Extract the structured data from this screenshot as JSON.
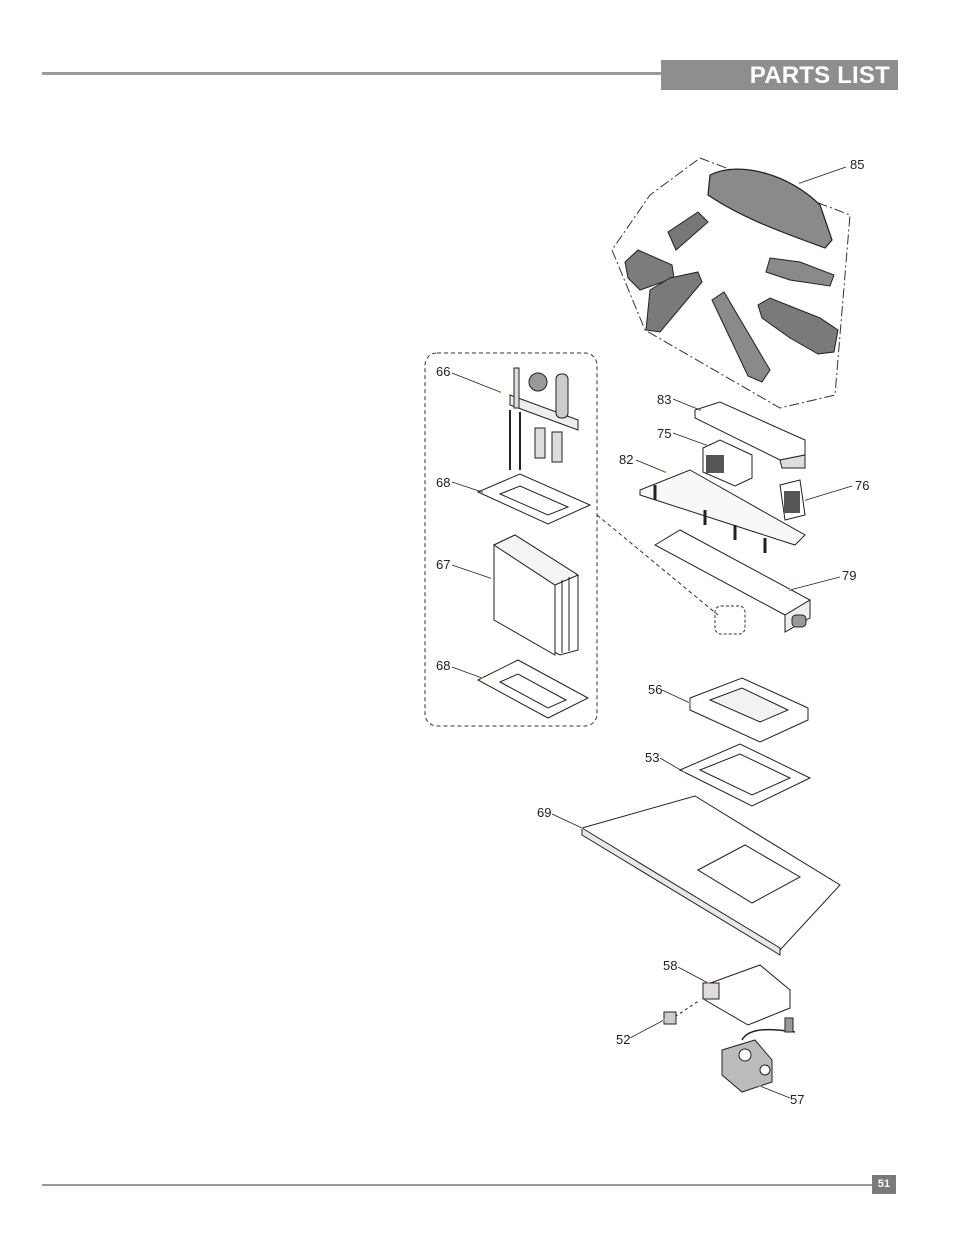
{
  "header": {
    "title": "PARTS LIST"
  },
  "footer": {
    "page_number": "51"
  },
  "callouts": {
    "c85": "85",
    "c83": "83",
    "c75": "75",
    "c82": "82",
    "c76": "76",
    "c79": "79",
    "c66": "66",
    "c68a": "68",
    "c67": "67",
    "c68b": "68",
    "c56": "56",
    "c53": "53",
    "c69": "69",
    "c58": "58",
    "c52": "52",
    "c57": "57"
  }
}
